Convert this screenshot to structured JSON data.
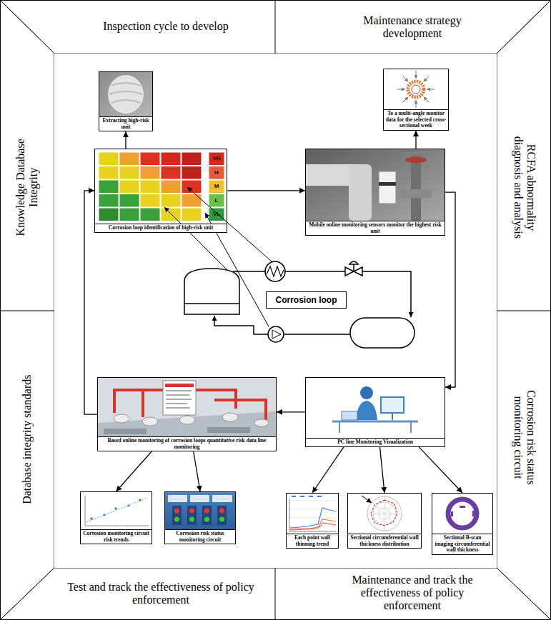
{
  "diagram": {
    "nodes": [
      {
        "text": [
          "Inspection cycle to develop"
        ]
      },
      {
        "text": [
          "Maintenance strategy development"
        ]
      },
      {
        "text": [
          "Knowledge Database Integrity"
        ]
      },
      {
        "text": [
          "Database integrity standards"
        ]
      },
      {
        "text": [
          "RCFA abnormality diagnosis and analysis"
        ]
      },
      {
        "text": [
          "Corrosion risk status monitoring circuit"
        ]
      },
      {
        "text": [
          "Test and track the effectiveness of policy enforcement"
        ]
      },
      {
        "text": [
          "Maintenance and track the effectiveness of policy enforcement"
        ]
      },
      {
        "text": [
          "Extracting high-risk unit"
        ]
      },
      {
        "text": [
          "To a multi-angle monitor data for the selected cross-sectional week"
        ]
      },
      {
        "text": [
          "Corrosion loop identification of high-risk unit"
        ]
      },
      {
        "text": [
          "Mobile online monitoring sensors monitor the highest risk unit"
        ]
      },
      {
        "text": [
          "Corrosion loop"
        ]
      },
      {
        "text": [
          "Based online monitoring of corrosion loops quantitative risk data line monitoring"
        ]
      },
      {
        "text": [
          "PC line Monitoring Visualization"
        ]
      },
      {
        "text": [
          "Corrosion monitoring circuit risk trends"
        ]
      },
      {
        "text": [
          "Corrosion risk status monitoring circuit"
        ]
      },
      {
        "text": [
          "Each point wall thinning trend"
        ]
      },
      {
        "text": [
          "Sectional circumferential wall thickness distribution"
        ]
      },
      {
        "text": [
          "Sectional B-scan imaging circumferential wall thickness"
        ]
      }
    ],
    "edges": [
      {
        "from": 10,
        "to": 11,
        "arrow": "to"
      },
      {
        "from": 10,
        "to": 8,
        "arrow": "to"
      },
      {
        "from": 11,
        "to": 9,
        "arrow": "to"
      },
      {
        "from": 11,
        "to": 14,
        "arrow": "to"
      },
      {
        "from": 14,
        "to": 13,
        "arrow": "to"
      },
      {
        "from": 13,
        "to": 10,
        "arrow": "to"
      },
      {
        "from": 13,
        "to": 15,
        "arrow": "to"
      },
      {
        "from": 13,
        "to": 16,
        "arrow": "to"
      },
      {
        "from": 14,
        "to": 17,
        "arrow": "to"
      },
      {
        "from": 14,
        "to": 18,
        "arrow": "to"
      },
      {
        "from": 14,
        "to": 19,
        "arrow": "to"
      }
    ],
    "labels": [
      "VH",
      "H",
      "M",
      "L",
      "VL"
    ]
  }
}
